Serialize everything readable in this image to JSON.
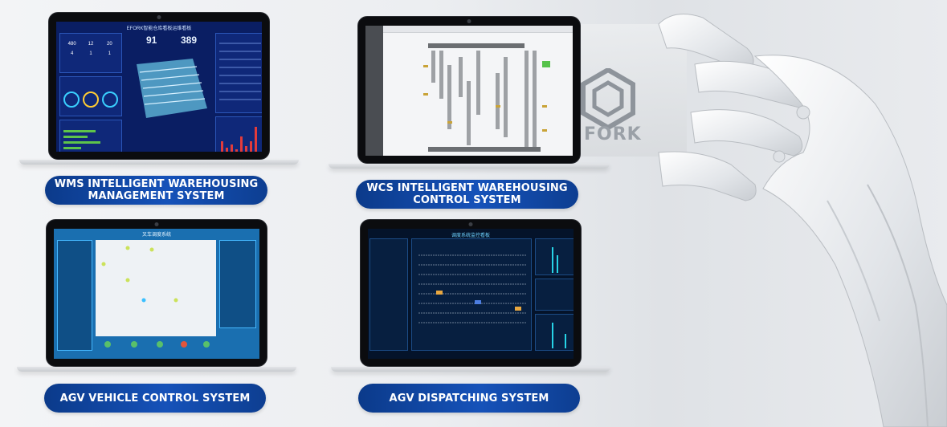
{
  "brand": {
    "logo_text": "FORK"
  },
  "cards": [
    {
      "caption_line1": "WMS INTELLIGENT WAREHOUSING",
      "caption_line2": "MANAGEMENT SYSTEM",
      "screen": {
        "title": "EFORK智能仓库看板运维看板",
        "stat_a": "91",
        "stat_b": "389",
        "metrics": [
          "480",
          "12",
          "20",
          "4",
          "1",
          "1"
        ]
      }
    },
    {
      "caption_line1": "WCS INTELLIGENT WAREHOUSING",
      "caption_line2": "CONTROL SYSTEM"
    },
    {
      "caption_line1": "AGV VEHICLE CONTROL SYSTEM",
      "caption_line2": "",
      "screen": {
        "title": "叉车调度系统"
      }
    },
    {
      "caption_line1": "AGV DISPATCHING SYSTEM",
      "caption_line2": "",
      "screen": {
        "title": "调度系统监控看板"
      }
    }
  ],
  "colors": {
    "caption_blue": "#1652b9",
    "wms_bg": "#0a1e63",
    "agv_bg": "#1a6fb0",
    "dispatch_bg": "#04132a"
  }
}
